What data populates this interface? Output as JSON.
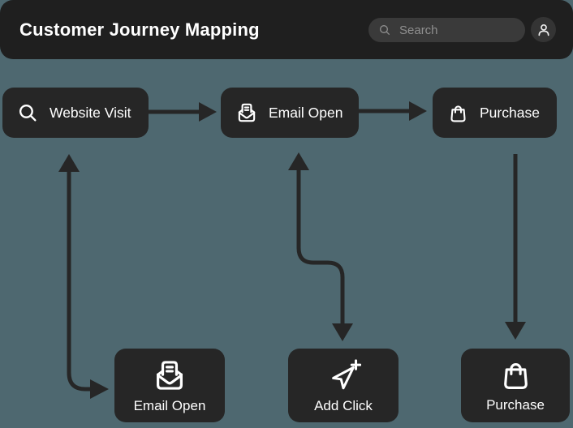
{
  "header": {
    "title": "Customer Journey Mapping",
    "search": {
      "placeholder": "Search"
    }
  },
  "canvas": {
    "top_nodes": [
      {
        "id": "website-visit",
        "label": "Website Visit",
        "icon": "search-icon"
      },
      {
        "id": "email-open",
        "label": "Email Open",
        "icon": "mail-open-icon"
      },
      {
        "id": "purchase",
        "label": "Purchase",
        "icon": "shopping-bag-icon"
      }
    ],
    "bottom_nodes": [
      {
        "id": "email-open-2",
        "label": "Email Open",
        "icon": "mail-open-icon"
      },
      {
        "id": "add-click",
        "label": "Add Click",
        "icon": "cursor-plus-icon"
      },
      {
        "id": "purchase-2",
        "label": "Purchase",
        "icon": "shopping-bag-icon"
      }
    ],
    "edges": [
      {
        "from": "website-visit",
        "to": "email-open",
        "style": "straight-right"
      },
      {
        "from": "email-open",
        "to": "purchase",
        "style": "straight-right"
      },
      {
        "from": "email-open-2",
        "to": "website-visit",
        "style": "elbow-vertical-double-head"
      },
      {
        "from": "email-open",
        "to": "add-click",
        "style": "elbow-s-double-head"
      },
      {
        "from": "purchase",
        "to": "purchase-2",
        "style": "straight-down"
      }
    ]
  },
  "colors": {
    "background": "#4e6870",
    "header": "#1f1f1f",
    "node": "#262626",
    "arrow": "#262626",
    "search_pill": "#3a3a3a",
    "text_primary": "#ffffff",
    "text_muted": "#8f8f8f"
  }
}
